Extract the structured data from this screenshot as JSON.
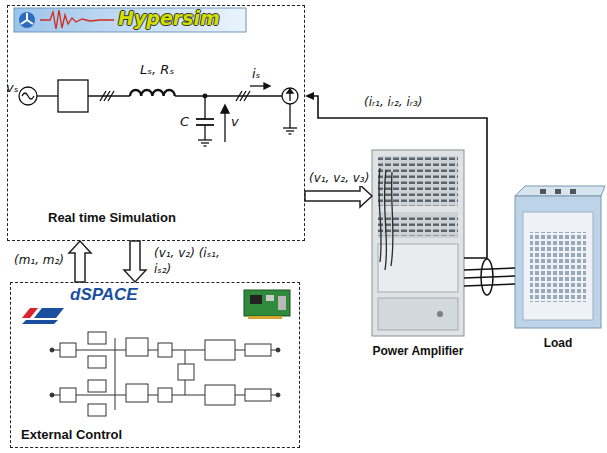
{
  "diagram": {
    "nodes": [
      {
        "text": [
          "Real time Simulation"
        ]
      },
      {
        "text": [
          "External Control"
        ]
      },
      {
        "text": [
          "Power Amplifier"
        ]
      },
      {
        "text": [
          "Load"
        ]
      }
    ],
    "edges": [
      {
        "from": 1,
        "to": 0,
        "arrow": "to",
        "label": "(m₁, m₂)"
      },
      {
        "from": 0,
        "to": 1,
        "arrow": "to",
        "label": "(v₁, v₂) (iₛ₁, iₛ₂)"
      },
      {
        "from": 0,
        "to": 2,
        "arrow": "to",
        "label": "(v₁, v₂, v₃)"
      },
      {
        "from": 2,
        "to": 0,
        "arrow": "to",
        "label": "(iᵣ₁, iᵣ₂, iᵣ₃)"
      },
      {
        "from": 2,
        "to": 3,
        "arrow": "none"
      }
    ],
    "labels": [
      "Hypersim",
      "vₛ",
      "Lₛ, Rₛ",
      "iₛ",
      "C",
      "v",
      "dSPACE"
    ]
  }
}
